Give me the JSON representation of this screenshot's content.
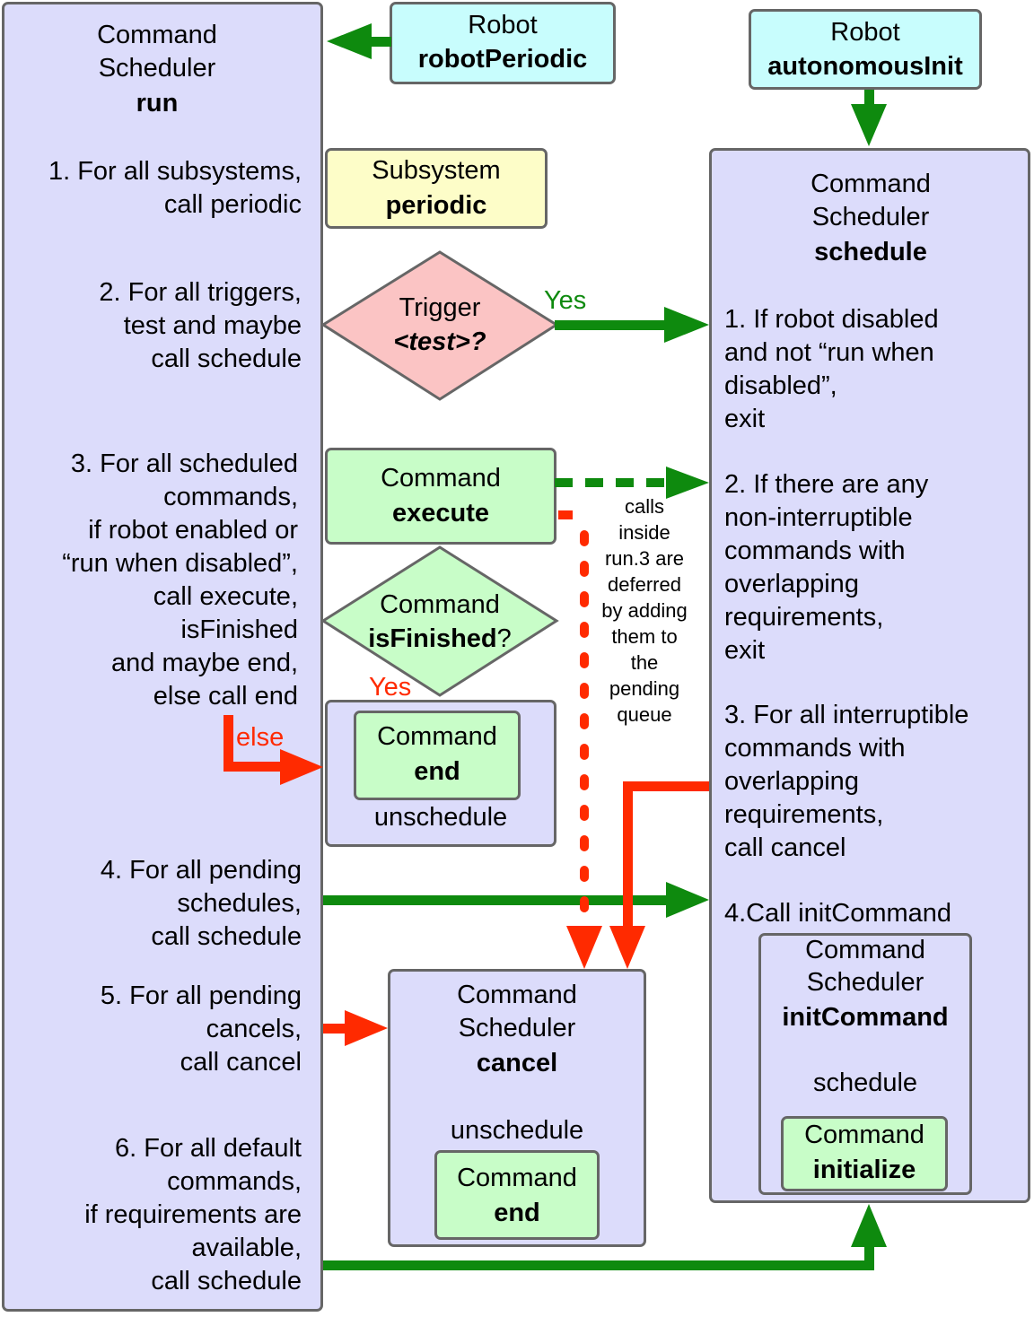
{
  "run_box": {
    "title_1": "Command",
    "title_2": "Scheduler",
    "title_3": "run",
    "step1": [
      "1. For all subsystems,",
      "call periodic"
    ],
    "step2": [
      "2. For all triggers,",
      "test and maybe",
      "call schedule"
    ],
    "step3": [
      "3. For all scheduled",
      "commands,",
      "if robot enabled or",
      "“run when disabled”,",
      "call execute,",
      "isFinished",
      "and maybe end,",
      "else call end"
    ],
    "step4": [
      "4. For all pending",
      "schedules,",
      "call schedule"
    ],
    "step5": [
      "5. For all pending",
      "cancels,",
      "call cancel"
    ],
    "step6": [
      "6. For all default",
      "commands,",
      "if requirements are",
      "available,",
      "call schedule"
    ]
  },
  "robot_periodic": {
    "line1": "Robot",
    "line2": "robotPeriodic"
  },
  "robot_autonomous_init": {
    "line1": "Robot",
    "line2": "autonomousInit"
  },
  "subsystem_periodic": {
    "line1": "Subsystem",
    "line2": "periodic"
  },
  "trigger_test": {
    "line1": "Trigger",
    "line2": "<test>?"
  },
  "command_execute": {
    "line1": "Command",
    "line2": "execute"
  },
  "command_is_finished": {
    "line1": "Command",
    "line2": "isFinished",
    "suffix": "?"
  },
  "end_group": {
    "inner_line1": "Command",
    "inner_line2": "end",
    "label": "unschedule"
  },
  "labels": {
    "yes_trigger": "Yes",
    "yes_finished": "Yes",
    "else": "else"
  },
  "deferred_note": [
    "calls",
    "inside",
    "run.3 are",
    "deferred",
    "by adding",
    "them to",
    "the",
    "pending",
    "queue"
  ],
  "cancel_box": {
    "title_1": "Command",
    "title_2": "Scheduler",
    "title_3": "cancel",
    "label": "unschedule",
    "inner_line1": "Command",
    "inner_line2": "end"
  },
  "schedule_box": {
    "title_1": "Command",
    "title_2": "Scheduler",
    "title_3": "schedule",
    "step1": [
      "1. If robot disabled",
      "and not “run when",
      "disabled”,",
      "exit"
    ],
    "step2": [
      "2. If there are any",
      "non-interruptible",
      "commands with",
      "overlapping",
      "requirements,",
      "exit"
    ],
    "step3": [
      "3. For all interruptible",
      "commands with",
      "overlapping",
      "requirements,",
      "call cancel"
    ],
    "step4": "4.Call initCommand"
  },
  "init_command_box": {
    "title_1": "Command",
    "title_2": "Scheduler",
    "title_3": "initCommand",
    "label": "schedule",
    "inner_line1": "Command",
    "inner_line2": "initialize"
  },
  "colors": {
    "lavender": "#dcdcfb",
    "cyan": "#c8fdfd",
    "yellow": "#fdfdc8",
    "green_fill": "#c8fdc8",
    "pink_fill": "#fbc4c4",
    "arrow_green": "#0e8a0e",
    "arrow_red": "#ff2a00"
  }
}
